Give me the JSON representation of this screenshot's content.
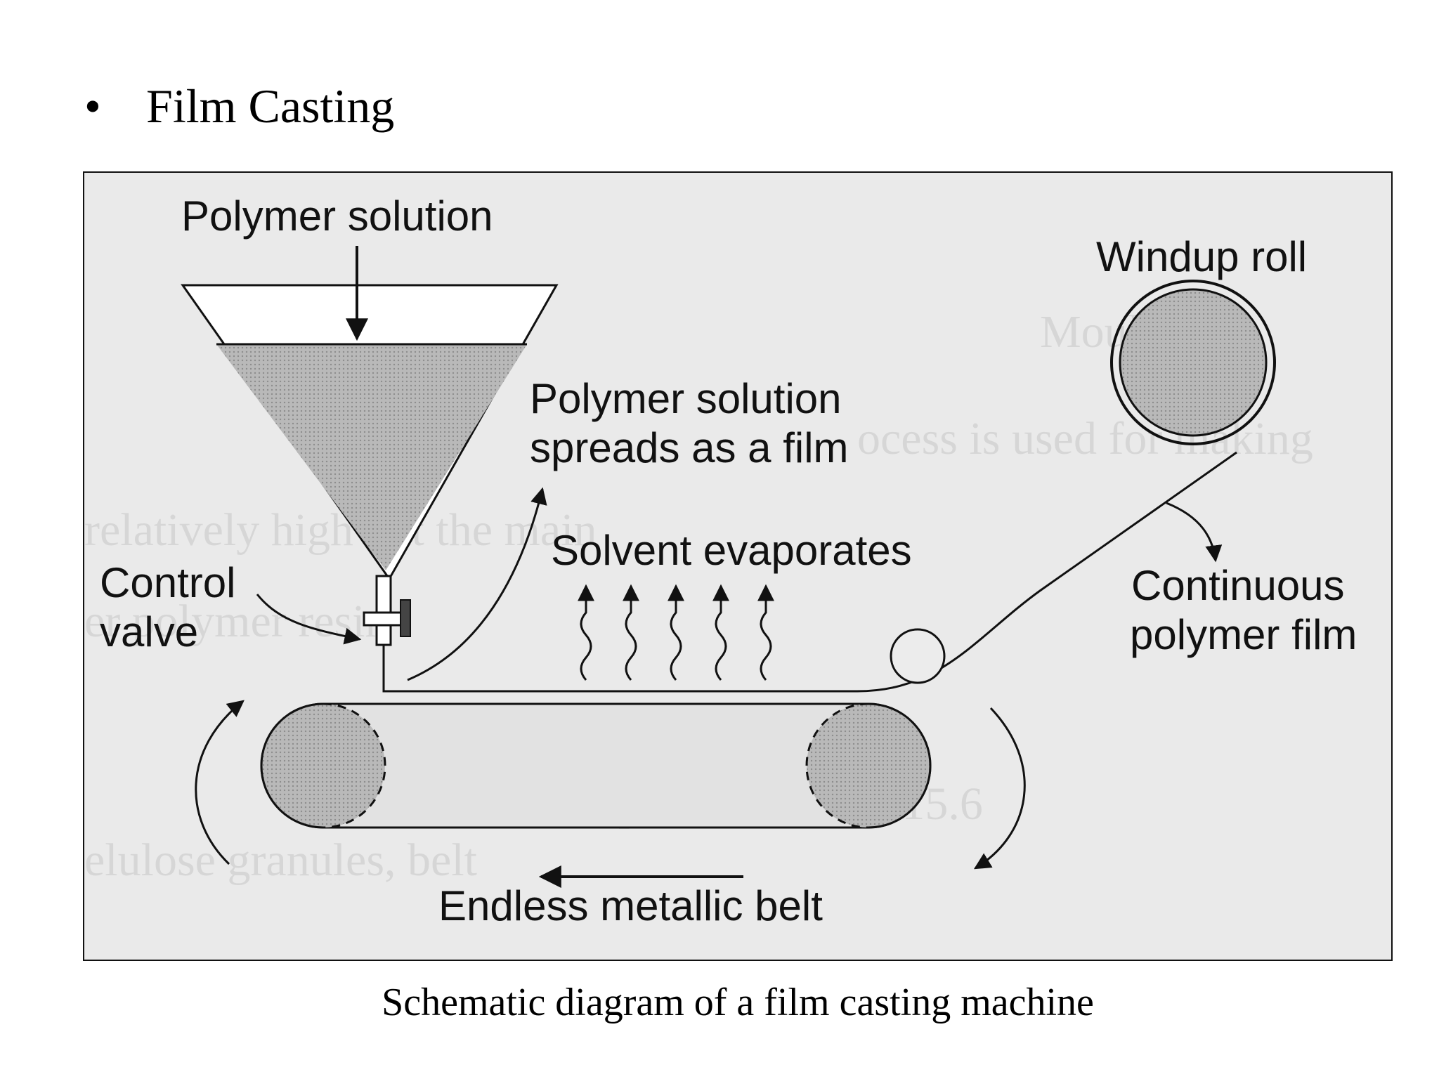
{
  "slide": {
    "bullet_symbol": "•",
    "heading": "Film Casting",
    "caption": "Schematic diagram of a film casting machine"
  },
  "diagram": {
    "labels": {
      "polymer_solution": "Polymer solution",
      "windup_roll": "Windup roll",
      "spreads_line1": "Polymer solution",
      "spreads_line2": "spreads as a film",
      "solvent_evaporates": "Solvent evaporates",
      "control_line1": "Control",
      "control_line2": "valve",
      "continuous_line1": "Continuous",
      "continuous_line2": "polymer film",
      "endless_belt": "Endless metallic belt"
    },
    "colors": {
      "background": "#eaeaea",
      "stroke": "#111111",
      "fill_shaded": "#b8b8b8"
    }
  }
}
